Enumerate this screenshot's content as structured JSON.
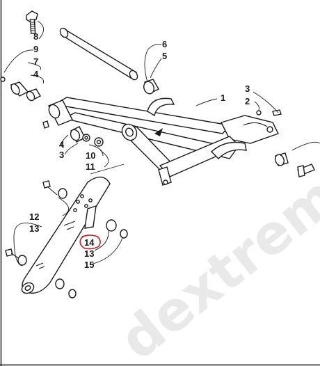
{
  "watermark": {
    "text": "dextreme"
  },
  "callouts": {
    "c8": "8",
    "c9": "9",
    "c7": "7",
    "c4a": "4",
    "c6": "6",
    "c5": "5",
    "c1": "1",
    "c3a": "3",
    "c2": "2",
    "c4b": "4",
    "c3b": "3",
    "c10": "10",
    "c11": "11",
    "c12": "12",
    "c13a": "13",
    "c14": "14",
    "c13b": "13",
    "c15": "15"
  },
  "highlight": {
    "color": "#cc1f1f",
    "target": "14"
  },
  "colors": {
    "line": "#1a1a1a",
    "watermark": "#e9e9e9"
  }
}
